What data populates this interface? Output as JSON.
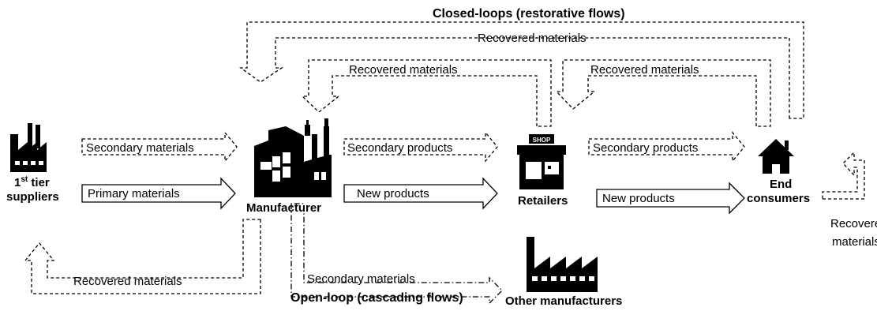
{
  "titles": {
    "closed_loops": "Closed-loops (restorative flows)",
    "open_loop": "Open-loop (cascading flows)"
  },
  "nodes": {
    "suppliers_line1": "1",
    "suppliers_sup": "st",
    "suppliers_line1_rest": " tier",
    "suppliers_line2": "suppliers",
    "manufacturer": "Manufacturer",
    "retailers": "Retailers",
    "end_consumers_line1": "End",
    "end_consumers_line2": "consumers",
    "other_manufacturers": "Other manufacturers",
    "shop_sign": "SHOP"
  },
  "flows": {
    "secondary_materials": "Secondary materials",
    "primary_materials": "Primary materials",
    "secondary_products_1": "Secondary products",
    "new_products_1": "New products",
    "secondary_products_2": "Secondary products",
    "new_products_2": "New products",
    "recovered_top": "Recovered materials",
    "recovered_retail": "Recovered materials",
    "recovered_consumer": "Recovered materials",
    "recovered_supplier": "Recovered materials",
    "recovered_self_line1": "Recovered",
    "recovered_self_line2": "materials",
    "secondary_materials_open": "Secondary materials"
  }
}
